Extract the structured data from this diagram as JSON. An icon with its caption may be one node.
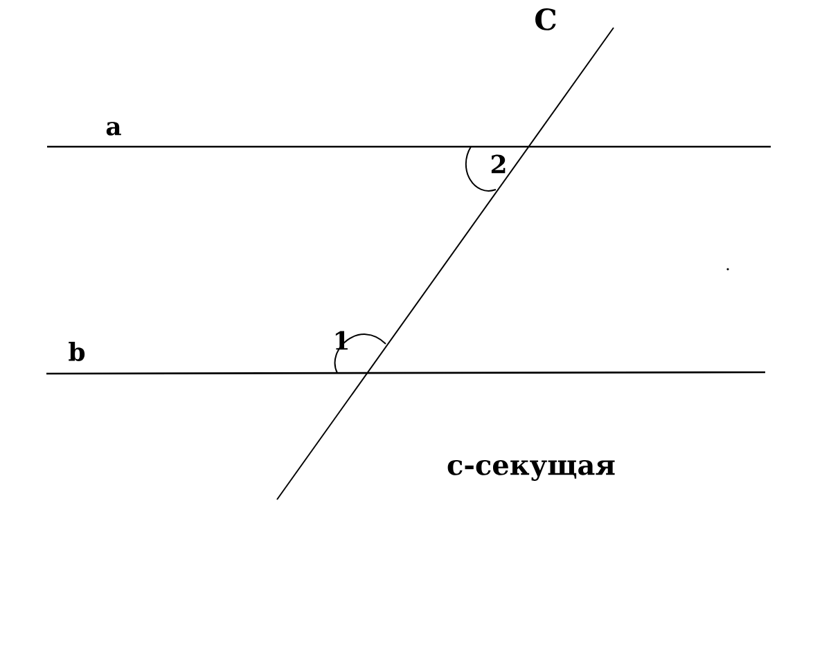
{
  "diagram": {
    "labels": [
      "C",
      "a",
      "2",
      "b",
      "1",
      "с-секущая"
    ]
  }
}
